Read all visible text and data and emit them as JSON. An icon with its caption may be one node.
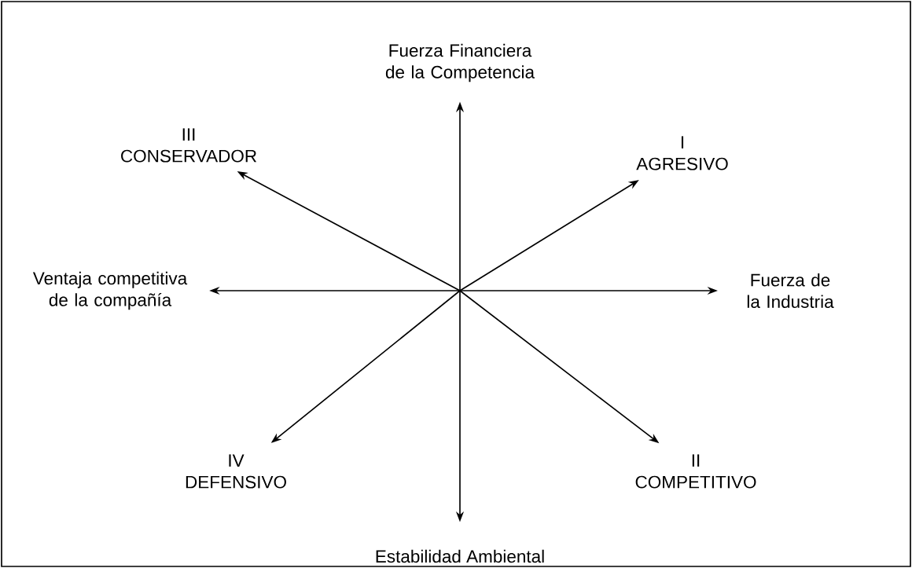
{
  "diagram": {
    "nodes": [
      {
        "text": [
          "Fuerza Financiera de la Competencia"
        ]
      },
      {
        "text": [
          "III",
          "CONSERVADOR"
        ]
      },
      {
        "text": [
          "I",
          "AGRESIVO"
        ]
      },
      {
        "text": [
          "Ventaja competitiva de la compañía"
        ]
      },
      {
        "text": [
          "Fuerza de la Industria"
        ]
      },
      {
        "text": [
          "IV",
          "DEFENSIVO"
        ]
      },
      {
        "text": [
          "II",
          "COMPETITIVO"
        ]
      },
      {
        "text": [
          "Estabilidad Ambiental"
        ]
      }
    ],
    "edges": [
      {
        "from": 0,
        "to": 7,
        "arrow": "both"
      },
      {
        "from": 3,
        "to": 4,
        "arrow": "both"
      },
      {
        "from": 2,
        "to": 5,
        "arrow": "both"
      },
      {
        "from": 1,
        "to": 6,
        "arrow": "both"
      }
    ]
  }
}
